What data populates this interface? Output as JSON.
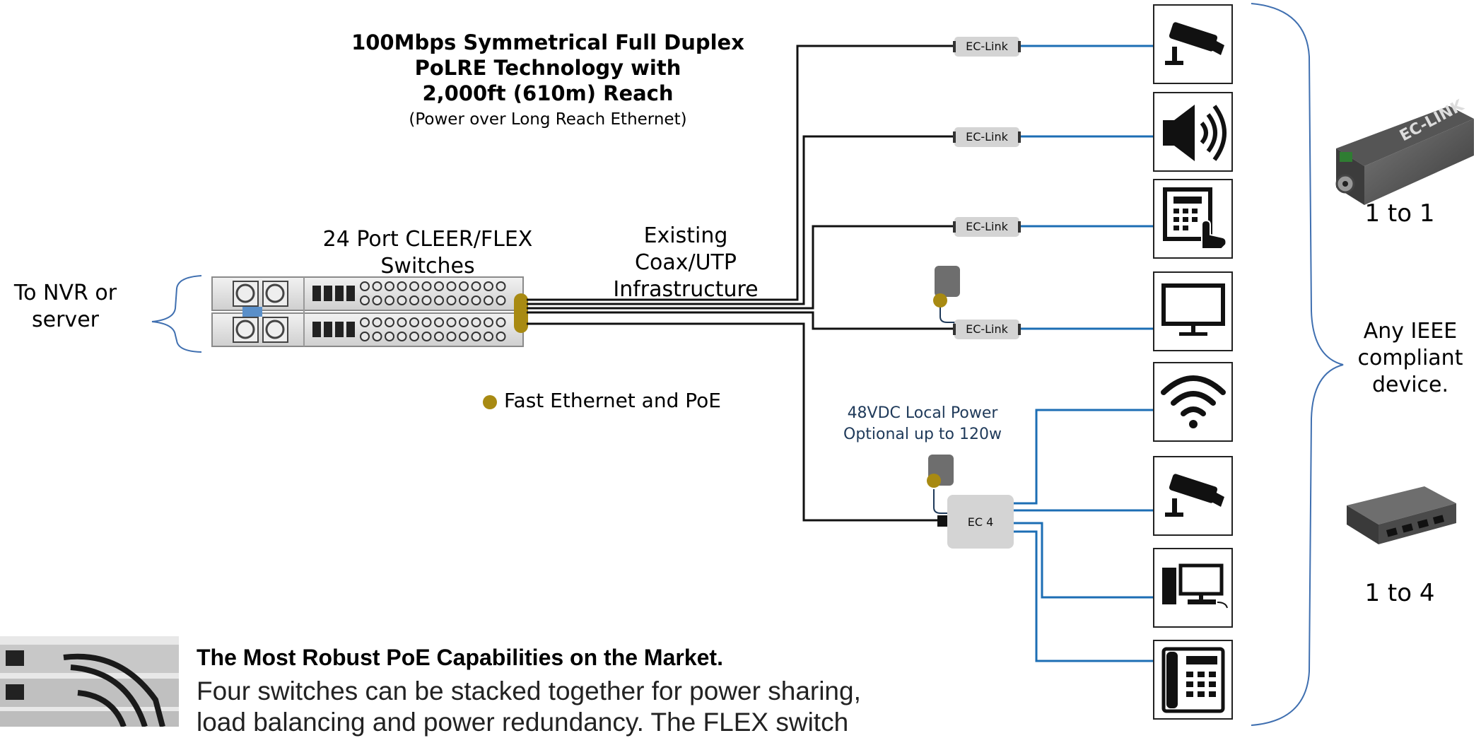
{
  "header": {
    "line1": "100Mbps Symmetrical Full Duplex",
    "line2": "PoLRE Technology with",
    "line3": "2,000ft (610m) Reach",
    "line4": "(Power over Long Reach Ethernet)"
  },
  "left": {
    "nvr_line1": "To NVR or",
    "nvr_line2": "server"
  },
  "switch": {
    "title_line1": "24 Port CLEER/FLEX",
    "title_line2": "Switches"
  },
  "infrastructure": {
    "line1": "Existing",
    "line2": "Coax/UTP",
    "line3": "Infrastructure"
  },
  "legend": {
    "label": "Fast Ethernet and PoE",
    "color": "#a88a12"
  },
  "power": {
    "line1": "48VDC Local Power",
    "line2": "Optional up to 120w"
  },
  "adapters": {
    "link1": "EC-Link",
    "link2": "EC-Link",
    "link3": "EC-Link",
    "link4": "EC-Link",
    "hub": "EC 4"
  },
  "devices": [
    {
      "icon": "security-camera-icon"
    },
    {
      "icon": "speaker-icon"
    },
    {
      "icon": "access-keypad-icon"
    },
    {
      "icon": "monitor-icon"
    },
    {
      "icon": "wifi-icon"
    },
    {
      "icon": "security-camera-icon"
    },
    {
      "icon": "desktop-computer-icon"
    },
    {
      "icon": "desk-phone-icon"
    }
  ],
  "right": {
    "one_to_one": "1 to 1",
    "device_line1": "Any IEEE",
    "device_line2": "compliant",
    "device_line3": "device.",
    "one_to_four": "1 to 4",
    "product_label": "EC-LINK"
  },
  "bottom": {
    "title": "The Most Robust PoE Capabilities on the Market.",
    "line1": "Four switches can be stacked together for power sharing,",
    "line2": "load balancing and power redundancy.  The FLEX switch"
  },
  "colors": {
    "cable_black": "#111111",
    "cable_blue": "#1c6eb4",
    "adapter_gray": "#d4d4d4",
    "brace_blue": "#3f6fb0",
    "psu_gray": "#6e6e6e"
  }
}
